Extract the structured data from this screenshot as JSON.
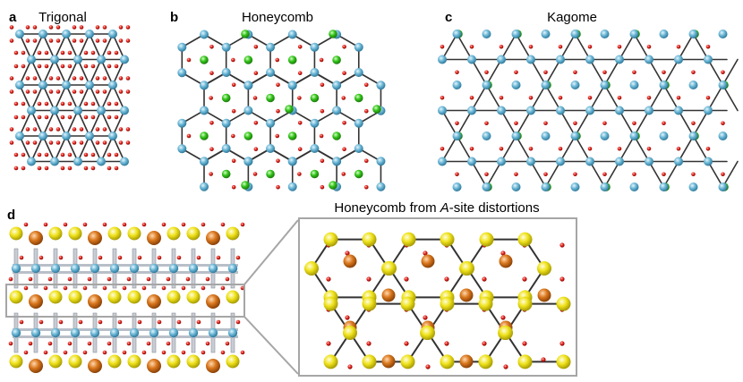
{
  "panels": {
    "a": {
      "letter": "a",
      "title": "Trigonal"
    },
    "b": {
      "letter": "b",
      "title": "Honeycomb"
    },
    "c": {
      "letter": "c",
      "title": "Kagome"
    },
    "d": {
      "letter": "d",
      "title_prefix": "Honeycomb from ",
      "title_italic": "A",
      "title_suffix": "-site distortions"
    }
  },
  "colors": {
    "bond": "#333333",
    "b_site": "#6cb7d6",
    "oxygen": "#e0221b",
    "a_site_green": "#33c419",
    "a_site_yellow": "#efe21a",
    "a_site_orange": "#d9761c",
    "inset_border": "#a6a6a6"
  }
}
